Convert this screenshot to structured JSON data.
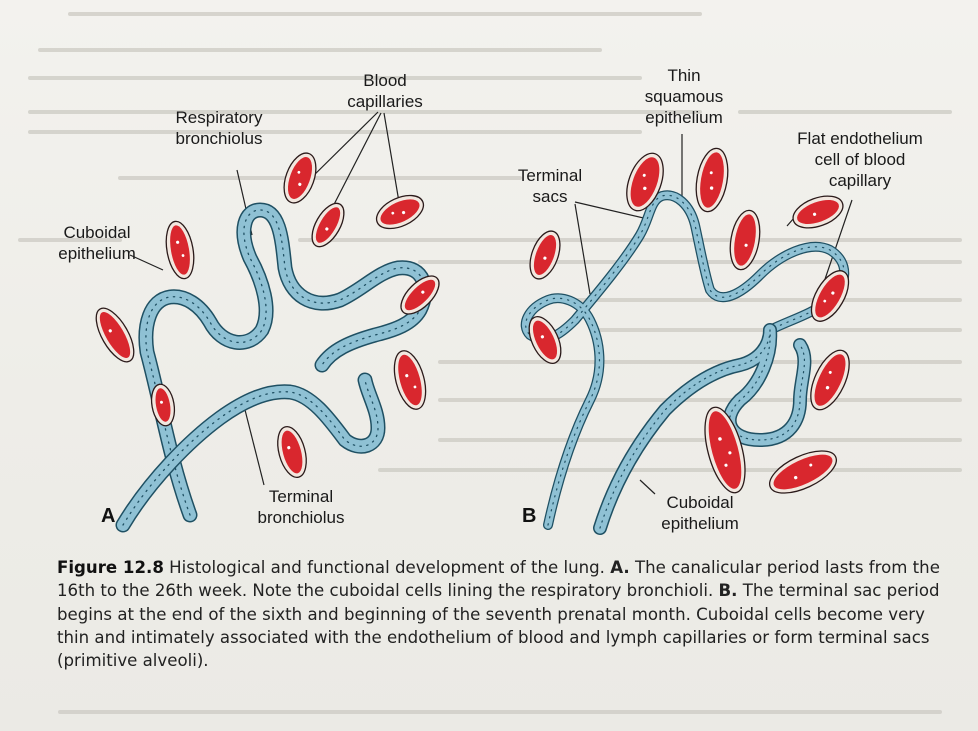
{
  "labels": {
    "respiratory_bronchiolus": [
      "Respiratory",
      "bronchiolus"
    ],
    "blood_capillaries": [
      "Blood",
      "capillaries"
    ],
    "cuboidal_epithelium_a": [
      "Cuboidal",
      "epithelium"
    ],
    "terminal_bronchiolus": [
      "Terminal",
      "bronchiolus"
    ],
    "thin_squamous_epithelium": [
      "Thin",
      "squamous",
      "epithelium"
    ],
    "flat_endothelium": [
      "Flat endothelium",
      "cell of blood",
      "capillary"
    ],
    "terminal_sacs": [
      "Terminal",
      "sacs"
    ],
    "cuboidal_epithelium_b": [
      "Cuboidal",
      "epithelium"
    ]
  },
  "panels": {
    "a": "A",
    "b": "B"
  },
  "caption": {
    "figure_number": "Figure 12.8",
    "intro": " Histological and functional development of the lung. ",
    "a_marker": "A.",
    "a_text": " The canalicular period lasts from the 16th to the 26th week. Note the cuboidal cells lining the respiratory bronchioli. ",
    "b_marker": "B.",
    "b_text": " The terminal sac period begins at the end of the sixth and beginning of the seventh prenatal month. Cuboidal cells become very thin and intimately associated with the endothelium of blood and lymph capillaries or form terminal sacs (primitive alveoli)."
  },
  "colors": {
    "epithelium": "#8fc1d4",
    "epithelium_outline": "#1f5063",
    "capillary": "#d9272e",
    "capillary_outline": "#2a1a1a",
    "endothelium": "#f2e7df",
    "paper": "#efeeea"
  }
}
